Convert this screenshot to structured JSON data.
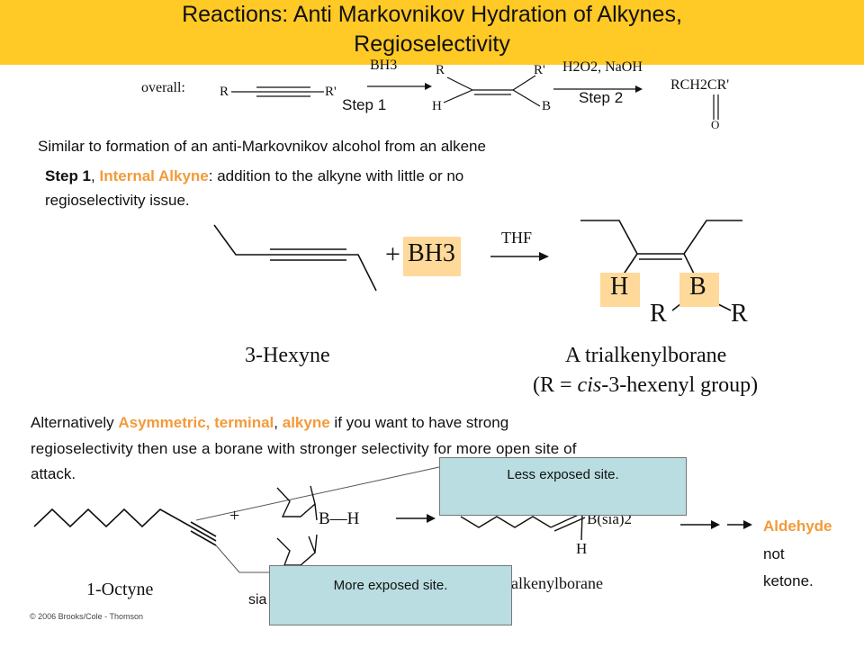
{
  "slide": {
    "title_line1": "Reactions: Anti Markovnikov Hydration of Alkynes,",
    "title_line2": "Regioselectivity",
    "accent_color": "#ffc926",
    "highlight_color": "#f39a3a"
  },
  "overall": {
    "label": "overall:",
    "reagent1": "BH3",
    "step1": "Step 1",
    "reagent2": "H2O2, NaOH",
    "step2": "Step 2",
    "product": "RCH2CR'",
    "product_o": "O",
    "sub_R": "R",
    "sub_Rp": "R'",
    "sub_H": "H",
    "sub_B": "B"
  },
  "notes": {
    "similar": "Similar to formation of an anti-Markovnikov alcohol from an alkene",
    "step1_bold": "Step 1",
    "step1_sep": ",",
    "internal_alkyne": "Internal Alkyne",
    "step1_rest": ": addition to the alkyne with little or no",
    "step1_line2": "regioselectivity issue."
  },
  "scheme1": {
    "reagent": "BH3",
    "condition": "THF",
    "plus": "+",
    "reactant_name": "3-Hexyne",
    "product_name": "A trialkenylborane",
    "product_note_pre": "(R = ",
    "product_note_cis": "cis",
    "product_note_post": "-3-hexenyl group)",
    "atom_H": "H",
    "atom_B": "B",
    "atom_R": "R"
  },
  "alt": {
    "intro": "Alternatively",
    "asymmetric": "Asymmetric,",
    "terminal": "terminal",
    "sep": ",",
    "alkyne": "alkyne",
    "rest1": "if you want to have strong",
    "line2": "regioselectivity then use  a borane with stronger selectivity for more open site of",
    "line3": "attack."
  },
  "scheme2": {
    "reactant_name": "1-Octyne",
    "plus": "+",
    "bh": "B—H",
    "product_b": "B(sia)2",
    "product_h": "H",
    "product_name_partial": "alkenylborane",
    "sia_partial": "sia",
    "less_exposed": "Less exposed site.",
    "more_exposed": "More exposed site.",
    "result_aldehyde": "Aldehyde",
    "result_not": "not",
    "result_ketone": "ketone.",
    "copyright": "© 2006 Brooks/Cole - Thomson"
  }
}
